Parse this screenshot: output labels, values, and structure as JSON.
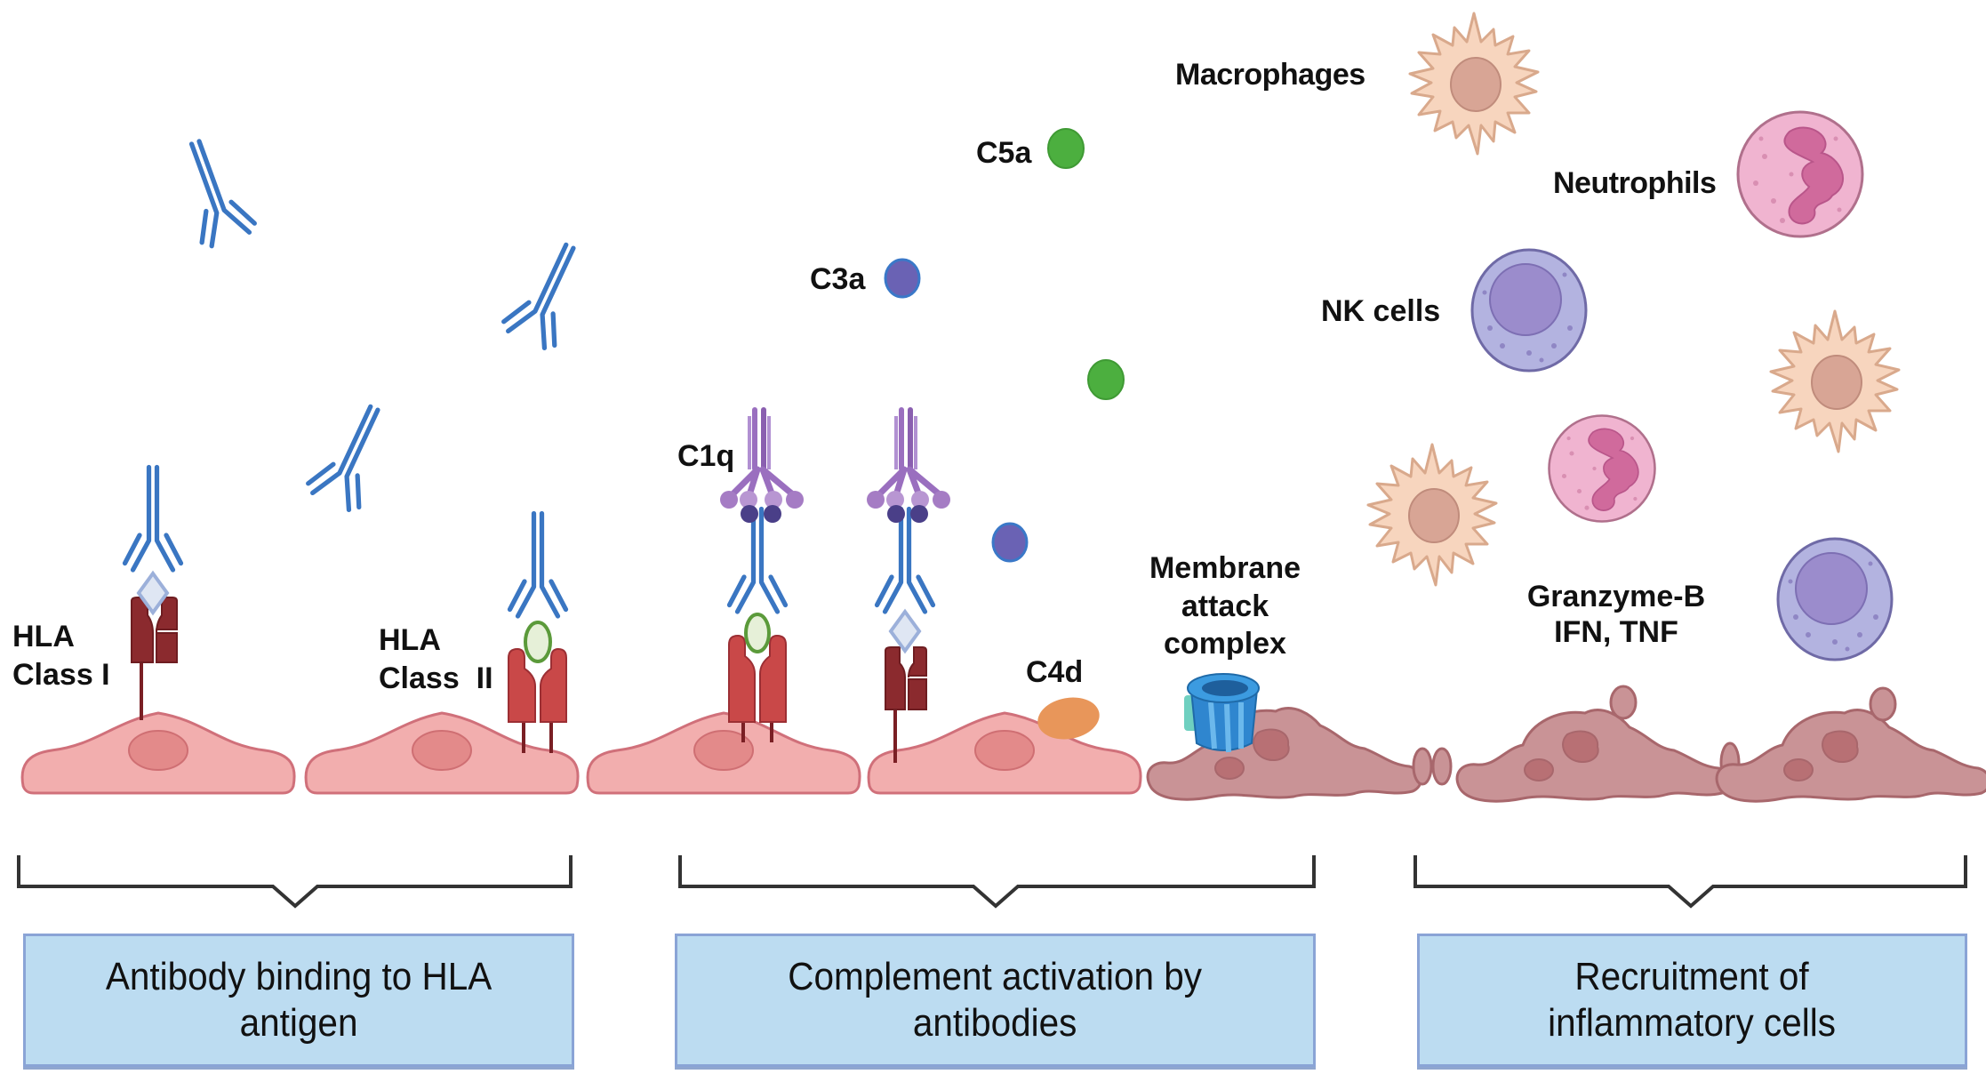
{
  "figure": {
    "title": "Antibody-mediated rejection mechanism",
    "colors": {
      "antibody": "#3a76c2",
      "hla_class_i": "#8b2a2e",
      "hla_class_ii": "#c94848",
      "healthy_cell": "#f2aeae",
      "damaged_cell": "#c99396",
      "c1q": "#9a6fbf",
      "c5a": "#4caf3f",
      "c3a": "#5a6ec0",
      "c4d": "#e8965a",
      "mac": "#2f86cf",
      "macrophage": "#f7d5be",
      "neutrophil": "#f0b4d0",
      "nk_cell": "#b3b3e0",
      "stage_box": "#bcdcf1"
    }
  },
  "labels": {
    "hla_class_i": [
      "HLA",
      "Class I"
    ],
    "hla_class_ii": [
      "HLA",
      "Class  II"
    ],
    "c1q": "C1q",
    "c3a": "C3a",
    "c5a": "C5a",
    "c4d": "C4d",
    "mac": [
      "Membrane",
      "attack",
      "complex"
    ],
    "macrophages": "Macrophages",
    "neutrophils": "Neutrophils",
    "nk_cells": "NK cells",
    "cytokines": [
      "Granzyme-B",
      "IFN, TNF"
    ]
  },
  "stages": [
    {
      "line1": "Antibody binding to HLA",
      "line2": "antigen"
    },
    {
      "line1": "Complement activation by",
      "line2": "antibodies"
    },
    {
      "line1": "Recruitment of",
      "line2": "inflammatory cells"
    }
  ]
}
